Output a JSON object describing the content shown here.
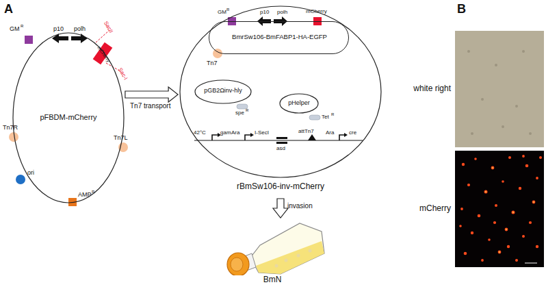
{
  "diagram": {
    "nodes": [
      {
        "text": [
          "pFBDM-mCherry"
        ]
      },
      {
        "text": [
          "rBmSw106-inv-mCherry"
        ]
      },
      {
        "text": [
          "BmrSw106-BmFABP1-HA-EGFP"
        ],
        "in": 1
      },
      {
        "text": [
          "pGB2Ωinv-hly"
        ],
        "in": 1
      },
      {
        "text": [
          "pHelper"
        ],
        "in": 1
      },
      {
        "text": [
          "BmN"
        ]
      },
      {
        "text": [
          "white right"
        ]
      },
      {
        "text": [
          "mCherry"
        ]
      }
    ],
    "edges": [
      {
        "from": 0,
        "to": 1,
        "arrow": "to",
        "label": "Tn7 transport"
      },
      {
        "from": 1,
        "to": 5,
        "arrow": "to",
        "label": "invasion"
      }
    ],
    "labels": [
      "A",
      "GM",
      "R",
      "p10",
      "polh",
      "SacII",
      "Sac-I",
      "mCherry",
      "Tn7R",
      "Tn7L",
      "ori",
      "AMP",
      "R",
      "Tn7",
      "GM",
      "R",
      "p10",
      "polh",
      "mCherry",
      "spe",
      "R",
      "Tet",
      "R",
      "42°C",
      "gam",
      "Ara",
      "I-SecI",
      "asd",
      "attTn7",
      "Ara",
      "cre",
      "B"
    ]
  }
}
